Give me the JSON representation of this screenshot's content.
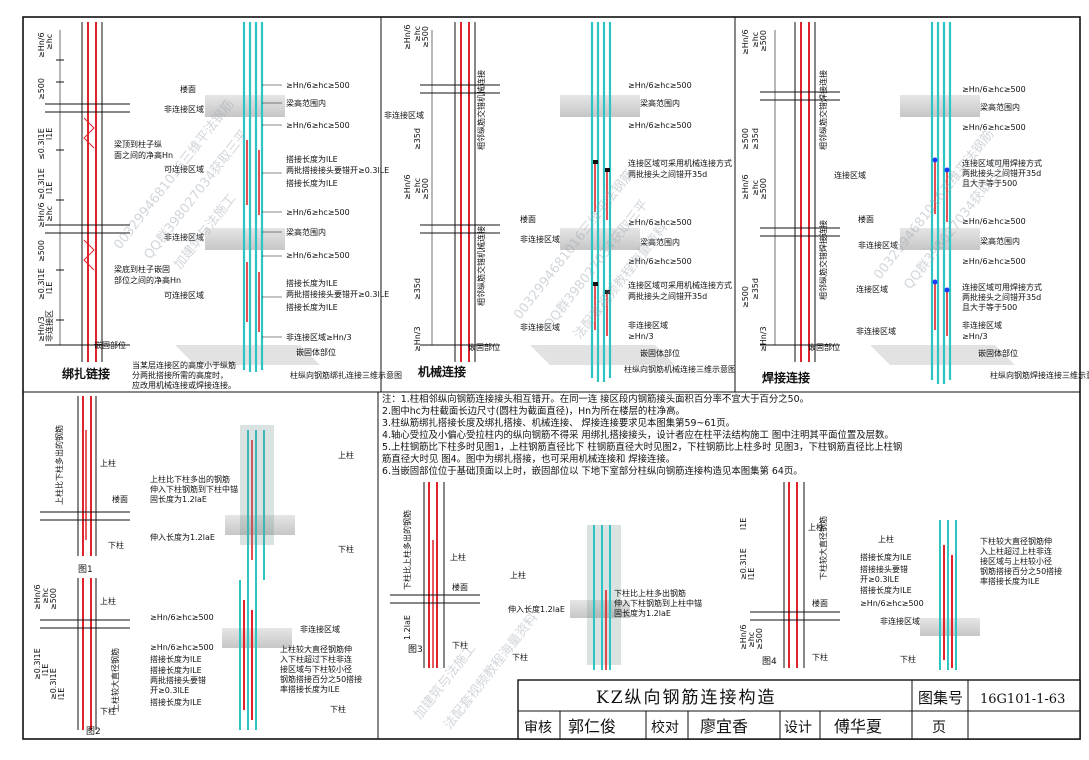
{
  "panel1": {
    "title": "绑扎链接",
    "caption": "柱纵向钢筋绑扎连接三维示意图",
    "note_lines": [
      "当某层连接区的高度小于纵筋",
      "分两批搭接所需的高度时，",
      "应改用机械连接或焊接连接。"
    ],
    "dims": [
      "≥Hn/6",
      "≥hc",
      "≥500",
      "≤0.3l1E",
      "l1E",
      "≥0.3l1E",
      "l1E",
      "≥Hn/6",
      "≥hc",
      "≥500",
      "≥0.3l1E",
      "l1E",
      "≥Hn/3",
      "非连接区"
    ],
    "labels": [
      "楼面",
      "梁顶到柱子纵",
      "面之间的净高Hn",
      "可连接区域",
      "非连接区域",
      "梁底到柱子嵌固",
      "部位之间的净高Hn",
      "可连接区域",
      "非连接区域",
      "嵌固部位"
    ],
    "side": [
      "≥Hn/6≥hc≥500",
      "梁高范围内",
      "≥Hn/6≥hc≥500",
      "搭接长度为lLE",
      "两批搭接接头要错开≥0.3lLE",
      "搭接长度为lLE",
      "≥Hn/6≥hc≥500",
      "梁高范围内",
      "≥Hn/6≥hc≥500",
      "搭接长度为lLE",
      "两批搭接接头要错开≥0.3lLE",
      "搭接长度为lLE",
      "非连接区域≥Hn/3",
      "嵌固体部位"
    ]
  },
  "panel2": {
    "title": "机械连接",
    "caption": "柱纵向钢筋机械连接三维示意图",
    "dims": [
      "≥Hn/6",
      "≥hc",
      "≥500",
      "≥35d",
      "≥Hn/6",
      "≥hc",
      "≥500",
      "≥35d",
      "≥Hn/3"
    ],
    "labels": [
      "非连接区域",
      "相邻纵筋交错机械连接",
      "楼面",
      "非连接区域",
      "相邻纵筋交错机械连接",
      "非连接区域",
      "嵌固部位"
    ],
    "side": [
      "≥Hn/6≥hc≥500",
      "梁高范围内",
      "≥Hn/6≥hc≥500",
      "连接区域可采用机械连接方式",
      "两批接头之间错开35d",
      "≥Hn/6≥hc≥500",
      "梁高范围内",
      "≥Hn/6≥hc≥500",
      "连接区域可采用机械连接方式",
      "两批接头之间错开35d",
      "非连接区域",
      "≥Hn/3",
      "嵌固体部位"
    ]
  },
  "panel3": {
    "title": "焊接连接",
    "caption": "柱纵向钢筋焊接连接三维示意图",
    "dims": [
      "≥Hn/6",
      "≥hc",
      "≥500",
      "≥500",
      "≥35d",
      "≥Hn/6",
      "≥hc",
      "≥500",
      "≥500",
      "≥35d",
      "≥Hn/3"
    ],
    "labels": [
      "相邻纵筋交错焊接连接",
      "连接区域",
      "楼面",
      "非连接区域",
      "连接区域",
      "相邻纵筋交错焊接连接",
      "非连接区域",
      "嵌固部位"
    ],
    "side": [
      "≥Hn/6≥hc≥500",
      "梁高范围内",
      "≥Hn/6≥hc≥500",
      "连接区域可用焊接方式",
      "两批接头之间错开35d",
      "且大于等于500",
      "≥Hn/6≥hc≥500",
      "梁高范围内",
      "≥Hn/6≥hc≥500",
      "连接区域可用焊接方式",
      "两批接头之间错开35d",
      "且大于等于500",
      "非连接区域",
      "≥Hn/3",
      "嵌固体部位"
    ]
  },
  "fig1": {
    "caption": "图1",
    "labels": [
      "上柱比下柱多出的钢筋",
      "上柱",
      "楼面",
      "下柱"
    ],
    "side": [
      "上柱比下柱多出的钢筋",
      "伸入下柱钢筋到下柱中锚",
      "固长度为1.2laE",
      "上柱",
      "伸入长度为1.2laE",
      "下柱"
    ]
  },
  "fig2": {
    "caption": "图2",
    "dims": [
      "≥Hn/6",
      "≥hc",
      "≥500",
      "≥0.3l1E",
      "l1E",
      "≥0.3l1E",
      "l1E"
    ],
    "labels": [
      "上柱较大直径钢筋",
      "上柱",
      "下柱"
    ],
    "side": [
      "≥Hn/6≥hc≥500",
      "非连接区域",
      "≥Hn/6≥hc≥500",
      "搭接长度为lLE",
      "搭接长度为lLE",
      "两批搭接头要错",
      "开≥0.3lLE",
      "搭接长度为lLE",
      "上柱较大直径钢筋伸",
      "入下柱超过下柱非连",
      "接区域与下柱较小径",
      "钢筋搭接百分之50搭接",
      "率搭接长度为lLE",
      "下柱"
    ]
  },
  "notes": [
    "注：1.柱相邻纵向钢筋连接接头相互错开。在同一连  接区段内钢筋接头面积百分率不宜大于百分之50。",
    "2.图中hc为柱截面长边尺寸(圆柱为截面直径)，Hn为所在楼层的柱净高。",
    "3.柱纵筋绑扎搭接长度及绑扎搭接、机械连接、  焊接连接要求见本图集第59~61页。",
    "4.轴心受拉及小偏心受拉柱内的纵向钢筋不得采  用绑扎搭接接头，设计者应在柱平法结构施工  图中注明其平面位置及层数。",
    "5.上柱钢筋比下柱多时见图1，上柱钢筋直径比下  柱钢筋直径大时见图2，下柱钢筋比上柱多时  见图3，下柱钢筋直径比上柱钢",
    "筋直径大时见  图4。图中为绑扎搭接，也可采用机械连接和  焊接连接。",
    "6.当嵌固部位位于基础顶面以上时，嵌固部位以  下地下室部分柱纵向钢筋连接构造见本图集第  64页。"
  ],
  "fig3": {
    "caption": "图3",
    "dims": [
      "1.2laE"
    ],
    "labels": [
      "下柱比上柱多出的钢筋",
      "上柱",
      "楼面",
      "下柱"
    ],
    "side": [
      "上柱",
      "下柱比上柱多出钢筋",
      "伸入下柱钢筋到上柱中锚",
      "固长度为1.2laE",
      "伸入长度1.2laE",
      "下柱"
    ]
  },
  "fig4": {
    "caption": "图4",
    "dims": [
      "l1E",
      "≥0.3l1E",
      "l1E",
      "≥Hn/6",
      "≥hc",
      "≥500"
    ],
    "labels": [
      "下柱较大直径钢筋",
      "上柱",
      "楼面",
      "下柱"
    ],
    "side": [
      "上柱",
      "搭接长度为lLE",
      "搭接接头要错",
      "开≥0.3lLE",
      "搭接长度为lLE",
      "≥Hn/6≥hc≥500",
      "非连接区域",
      "下柱较大直径钢筋伸",
      "入上柱超过上柱非连",
      "接区域与上柱较小径",
      "钢筋搭接百分之50搭接",
      "率搭接长度为lLE",
      "下柱"
    ]
  },
  "title_block": {
    "title": "KZ纵向钢筋连接构造",
    "atlas_label": "图集号",
    "atlas_no": "16G101-1-63",
    "review_label": "审核",
    "reviewer": "郭仁俊",
    "check_label": "校对",
    "checker": "廖宜香",
    "design_label": "设计",
    "designer": "傅华夏",
    "page_label": "页"
  },
  "watermarks": [
    "0032994681016三维平法钢筋",
    "QQ群398027034获取三平",
    "加建筑与法施工",
    "法配套视频教程海量资料"
  ],
  "colors": {
    "rebar_red": "#e0242b",
    "rebar_cyan": "#2ec4c4",
    "line": "#111111",
    "concrete": "#bdbdbd"
  }
}
